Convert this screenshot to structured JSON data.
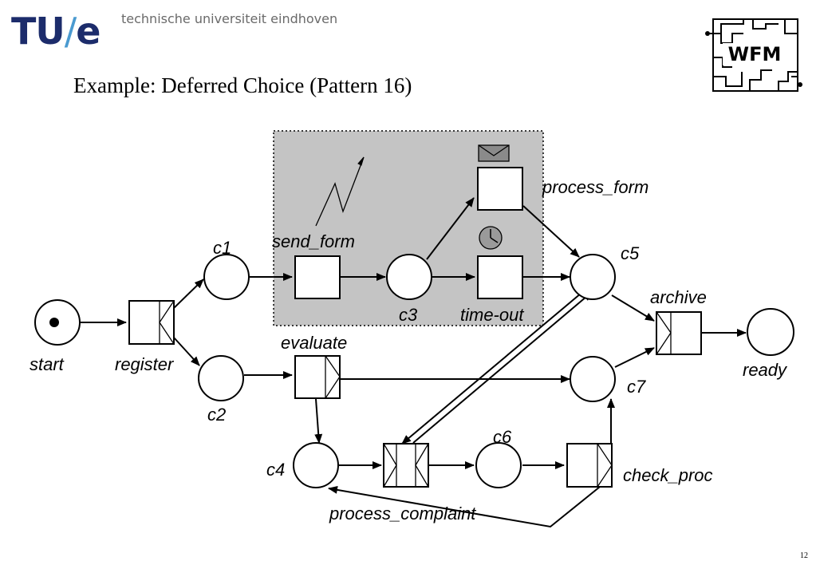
{
  "header": {
    "logo_tu": "TU",
    "logo_slash": "/",
    "logo_e": "e",
    "university": "technische universiteit eindhoven",
    "wfm_logo": "WFM"
  },
  "slide": {
    "title": "Example: Deferred Choice (Pattern 16)",
    "page_number": "12"
  },
  "diagram": {
    "places": {
      "start": "start",
      "c1": "c1",
      "c2": "c2",
      "c3": "c3",
      "c4": "c4",
      "c5": "c5",
      "c6": "c6",
      "c7": "c7",
      "ready": "ready"
    },
    "transitions": {
      "register": "register",
      "send_form": "send_form",
      "process_form": "process_form",
      "time_out": "time-out",
      "evaluate": "evaluate",
      "archive": "archive",
      "process_complaint": "process_complaint",
      "check_proc": "check_proc"
    },
    "icons": [
      "envelope-icon",
      "clock-icon",
      "lightning-icon"
    ],
    "colors": {
      "highlight_region": "#c4c4c4",
      "envelope": "#8a8a8a",
      "clock": "#9a9a9a"
    }
  }
}
